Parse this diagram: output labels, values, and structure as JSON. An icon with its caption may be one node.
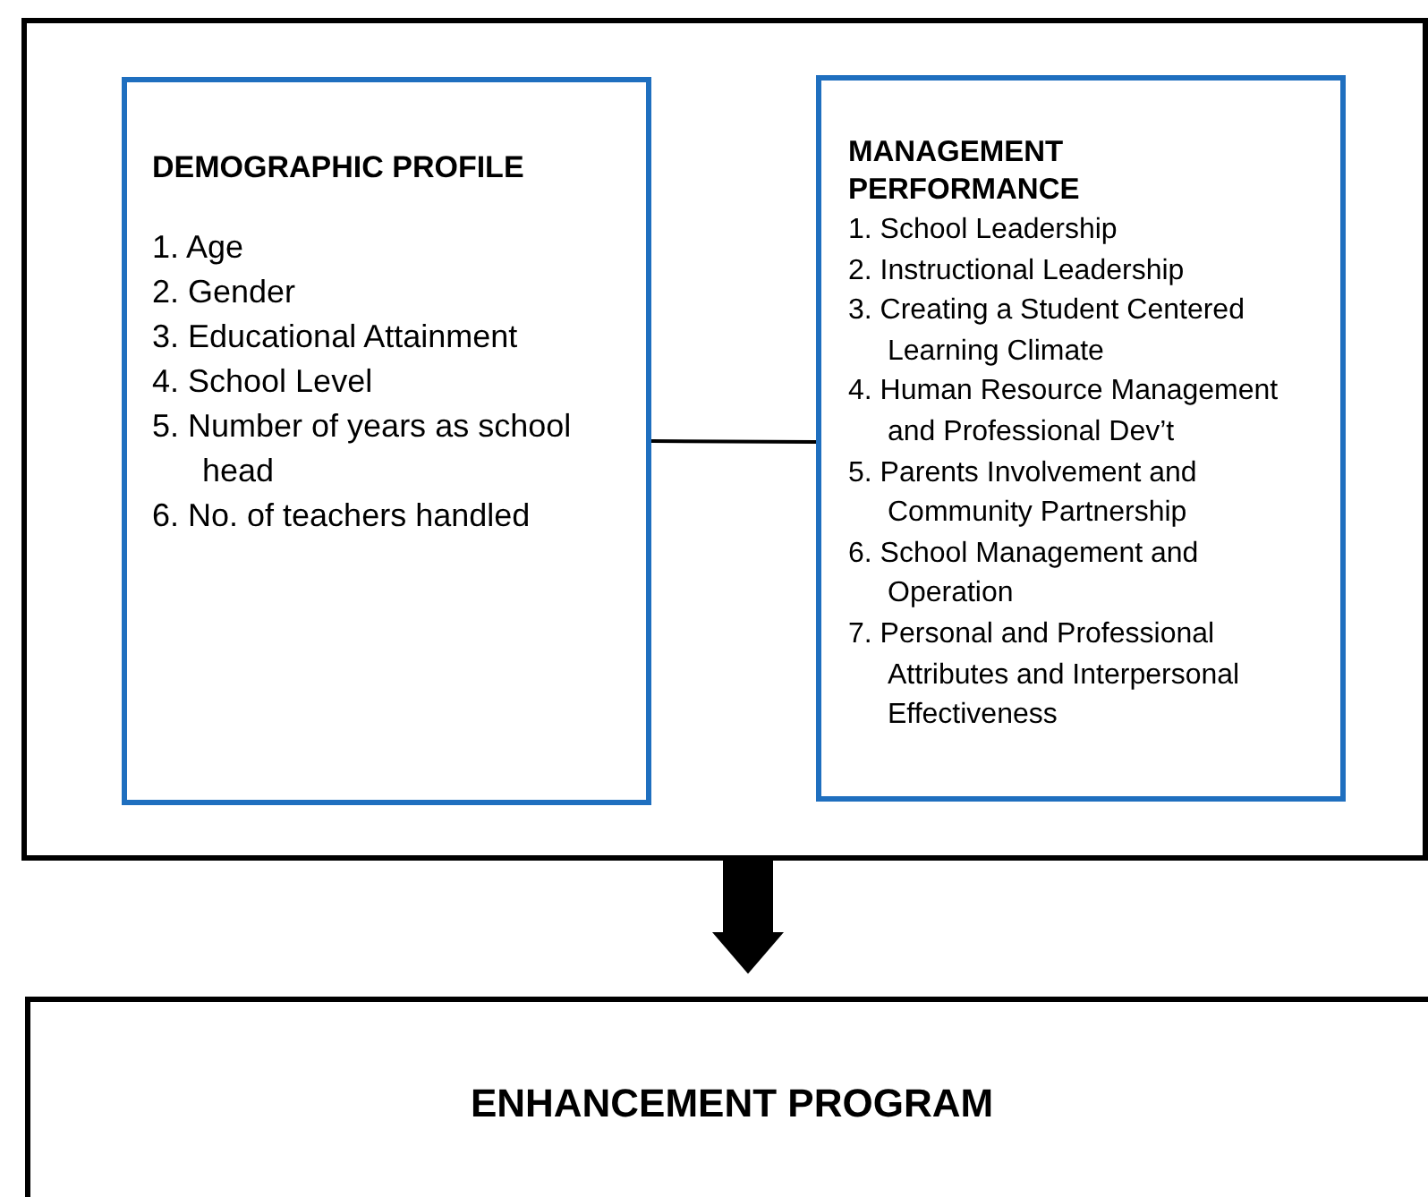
{
  "diagram": {
    "nodes": [
      {
        "text": [],
        "shape": "box"
      },
      {
        "text": [
          "DEMOGRAPHIC PROFILE",
          "1. Age",
          "2. Gender",
          "3. Educational Attainment",
          "4. School Level",
          "5. Number of years as school head",
          "6. No. of teachers handled"
        ],
        "in": 0
      },
      {
        "text": [
          "MANAGEMENT PERFORMANCE",
          "1. School Leadership",
          "2. Instructional Leadership",
          "3. Creating a Student Centered Learning Climate",
          "4. Human Resource Management and Professional Dev’t",
          "5. Parents Involvement and Community Partnership",
          "6. School Management and Operation",
          "7. Personal and Professional Attributes and Interpersonal Effectiveness"
        ],
        "in": 0
      },
      {
        "text": [
          "ENHANCEMENT PROGRAM"
        ]
      }
    ],
    "edges": [
      {
        "from": 1,
        "to": 2,
        "arrow": "none"
      },
      {
        "from": 0,
        "to": 3,
        "arrow": "to",
        "style": "thick"
      }
    ]
  }
}
